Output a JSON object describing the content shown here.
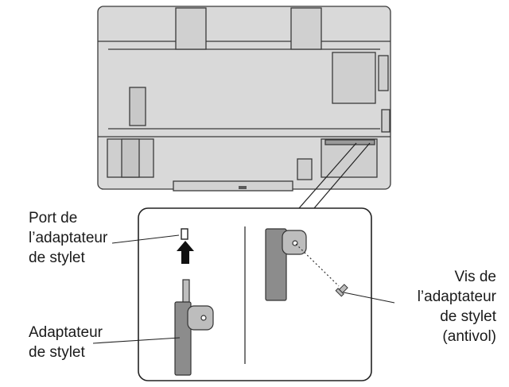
{
  "labels": {
    "port": [
      "Port de",
      "l’adaptateur",
      "de stylet"
    ],
    "adapter": [
      "Adaptateur",
      "de stylet"
    ],
    "screw": [
      "Vis de",
      "l’adaptateur",
      "de stylet",
      "(antivol)"
    ]
  },
  "colors": {
    "panel_fill": "#d9d9d9",
    "panel_stroke": "#3a3a3a",
    "part_fill": "#8c8c8c",
    "line": "#222222",
    "background": "#ffffff"
  },
  "icons": [
    "monitor-rear-view",
    "insert-arrow-icon",
    "pen-adapter",
    "screw-icon",
    "port-slot-icon"
  ]
}
